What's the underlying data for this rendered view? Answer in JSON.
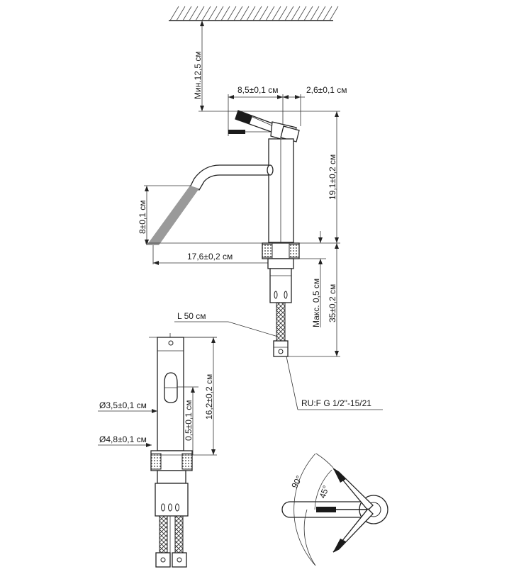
{
  "drawing": {
    "dims": {
      "min_height": "Мин.12,5 см",
      "handle_reach": "8,5±0,1 см",
      "handle_top": "2,6±0,1 см",
      "total_height": "19,1±0,2 см",
      "spout_height": "8±0,1 см",
      "spout_reach": "17,6±0,2 см",
      "max_thickness": "Макс. 0,5 см",
      "stem_length": "35±0,2 см",
      "hose_length": "L 50 см",
      "body_height": "16,2±0,2 см",
      "diam_body": "Ø3,5±0,1 см",
      "diam_base": "Ø4,8±0,1 см",
      "offset": "0,5±0,1 см",
      "thread": "RU:F G 1/2\"-15/21",
      "angle_90": "90°",
      "angle_45": "45°"
    },
    "colors": {
      "line": "#222222",
      "handle_tip": "#1a1a1a",
      "water_stream": "#9a9a9a",
      "background": "#ffffff"
    }
  }
}
